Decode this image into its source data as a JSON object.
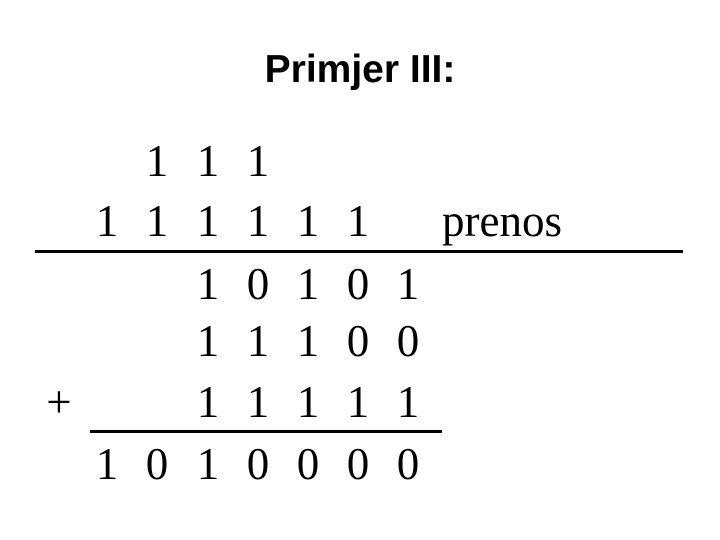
{
  "slide": {
    "title": "Primjer III:",
    "addition": {
      "carry_top_row": [
        "1",
        "1",
        "1"
      ],
      "carry_row": [
        "1",
        "1",
        "1",
        "1",
        "1",
        "1"
      ],
      "carry_label": "prenos",
      "plus_sign": "+",
      "operands": [
        [
          "1",
          "0",
          "1",
          "0",
          "1"
        ],
        [
          "1",
          "1",
          "1",
          "0",
          "0"
        ],
        [
          "1",
          "1",
          "1",
          "1",
          "1"
        ]
      ],
      "result": [
        "1",
        "0",
        "1",
        "0",
        "0",
        "0",
        "0"
      ],
      "text_color": "#000000",
      "background_color": "#ffffff"
    }
  }
}
